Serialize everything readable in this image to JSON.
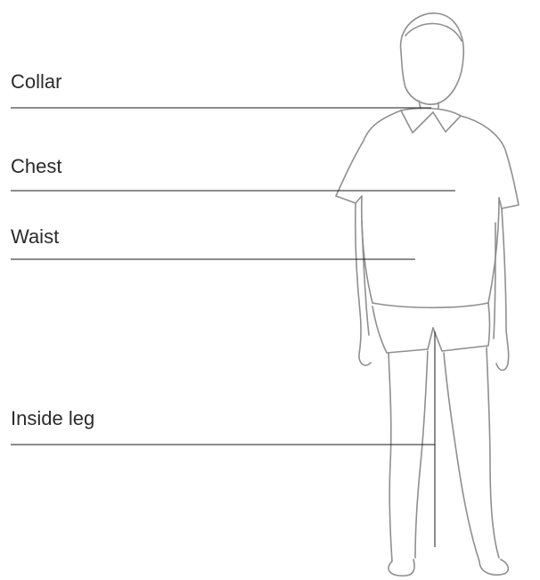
{
  "measurements": [
    {
      "id": "collar",
      "label": "Collar"
    },
    {
      "id": "chest",
      "label": "Chest"
    },
    {
      "id": "waist",
      "label": "Waist"
    },
    {
      "id": "inside-leg",
      "label": "Inside leg"
    }
  ]
}
